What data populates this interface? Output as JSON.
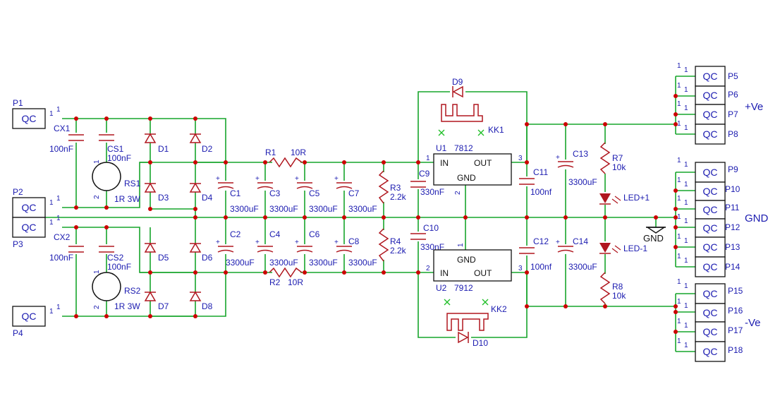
{
  "connectors": {
    "P1": "P1",
    "P2": "P2",
    "P3": "P3",
    "P4": "P4",
    "P5": "P5",
    "P6": "P6",
    "P7": "P7",
    "P8": "P8",
    "P9": "P9",
    "P10": "P10",
    "P11": "P11",
    "P12": "P12",
    "P13": "P13",
    "P14": "P14",
    "P15": "P15",
    "P16": "P16",
    "P17": "P17",
    "P18": "P18",
    "qc": "QC",
    "pin1": "1",
    "pin2": "2",
    "pin3": "3"
  },
  "nets": {
    "pos": "+Ve",
    "gnd": "GND",
    "neg": "-Ve",
    "gnd_symbol": "GND"
  },
  "components": {
    "CX1": "CX1",
    "CX1_val": "100nF",
    "CS1": "CS1",
    "CS1_val": "100nF",
    "RS1": "RS1",
    "RS1_val": "1R 3W",
    "CX2": "CX2",
    "CX2_val": "100nF",
    "CS2": "CS2",
    "CS2_val": "100nF",
    "RS2": "RS2",
    "RS2_val": "1R 3W",
    "D1": "D1",
    "D2": "D2",
    "D3": "D3",
    "D4": "D4",
    "D5": "D5",
    "D6": "D6",
    "D7": "D7",
    "D8": "D8",
    "D9": "D9",
    "D10": "D10",
    "R1": "R1",
    "R1_val": "10R",
    "R2": "R2",
    "R2_val": "10R",
    "R3": "R3",
    "R3_val": "2.2k",
    "R4": "R4",
    "R4_val": "2.2k",
    "C1": "C1",
    "C2": "C2",
    "C3": "C3",
    "C4": "C4",
    "C5": "C5",
    "C6": "C6",
    "C7": "C7",
    "C8": "C8",
    "cap_val": "3300uF",
    "C9": "C9",
    "C9_val": "330nF",
    "C10": "C10",
    "C10_val": "330nF",
    "C11": "C11",
    "C11_val": "100nf",
    "C12": "C12",
    "C12_val": "100nf",
    "C13": "C13",
    "C13_val": "3300uF",
    "C14": "C14",
    "C14_val": "3300uF",
    "R7": "R7",
    "R7_val": "10k",
    "R8": "R8",
    "R8_val": "10k",
    "LED1": "LED+1",
    "LED2": "LED-1",
    "U1": "U1",
    "U1_val": "7812",
    "U2": "U2",
    "U2_val": "7912",
    "KK1": "KK1",
    "KK2": "KK2",
    "reg_in": "IN",
    "reg_out": "OUT",
    "reg_gnd": "GND"
  },
  "colors": {
    "wire": "#17a52b",
    "part": "#b0171f",
    "junction": "#cc0000",
    "label": "#1b1bb0"
  }
}
